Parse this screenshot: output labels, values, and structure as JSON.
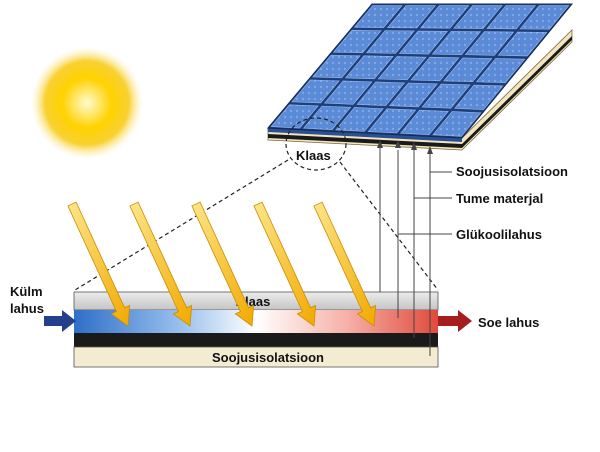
{
  "labels": {
    "glass_zoom": "Klaas",
    "glass_layer": "Klaas",
    "insulation_layer": "Soojusisolatsioon",
    "callout_insulation": "Soojusisolatsioon",
    "callout_dark_material": "Tume materjal",
    "callout_glycol": "Glükoolilahus",
    "cold_inlet_line1": "Külm",
    "cold_inlet_line2": "lahus",
    "hot_outlet": "Soe lahus"
  },
  "icons": {
    "sun": "sun-icon",
    "rays": "sun-ray-arrow-icon",
    "inlet": "inlet-arrow-icon",
    "outlet": "outlet-arrow-icon"
  },
  "colors": {
    "sun_core": "#f7c600",
    "sun_glow": "#fde9a0",
    "ray": "#f5b700",
    "ray_edge": "#c98e00",
    "glass": "#d4d4d4",
    "cold_fluid": "#3f7fd0",
    "hot_fluid": "#e0584a",
    "dark_material": "#1a1a1a",
    "insulation": "#f3ecd2",
    "panel_cell": "#4e7fcf",
    "panel_frame": "#1e3f7a",
    "inlet_arrow": "#243f8c",
    "outlet_arrow": "#a51d1d"
  }
}
